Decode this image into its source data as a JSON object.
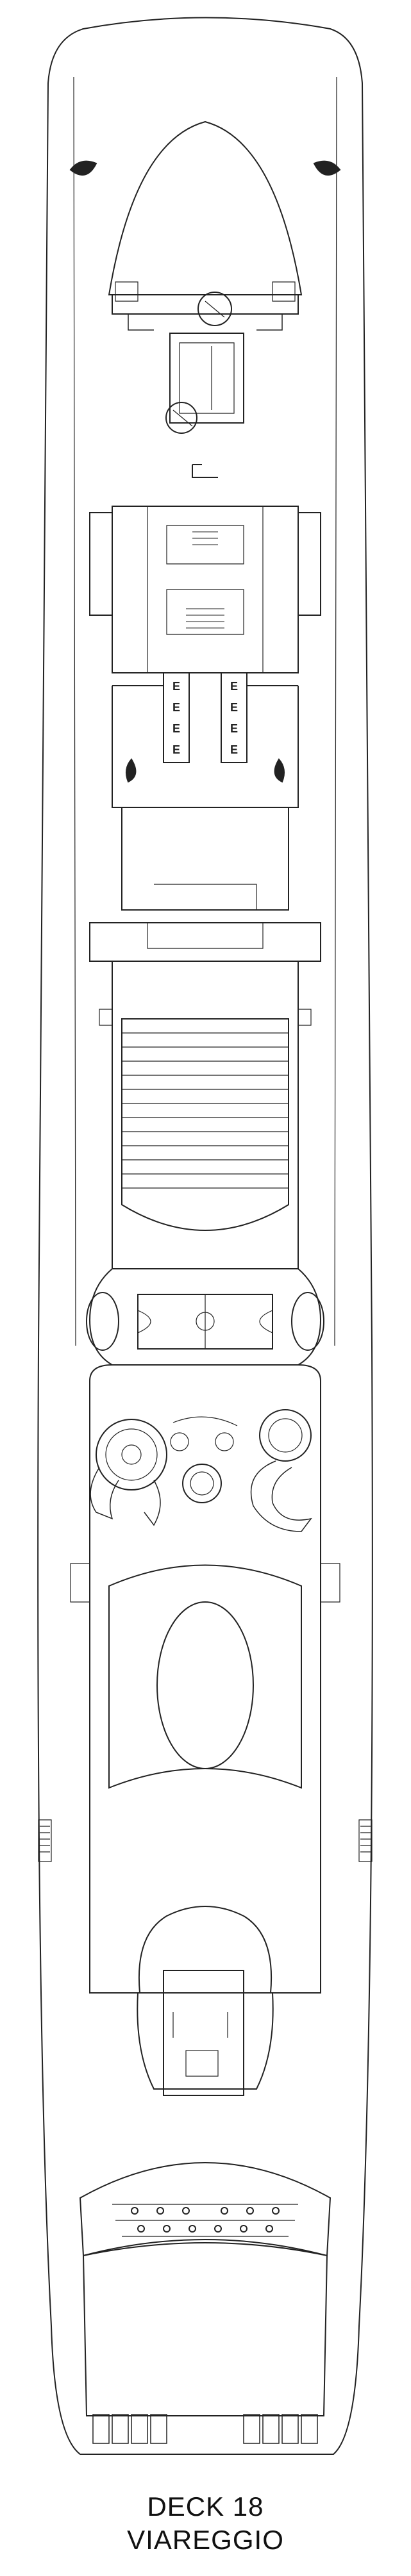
{
  "deck": {
    "title": "DECK 18",
    "name": "VIAREGGIO"
  },
  "plan": {
    "elevator_label": "E",
    "elevator_count": 8
  }
}
